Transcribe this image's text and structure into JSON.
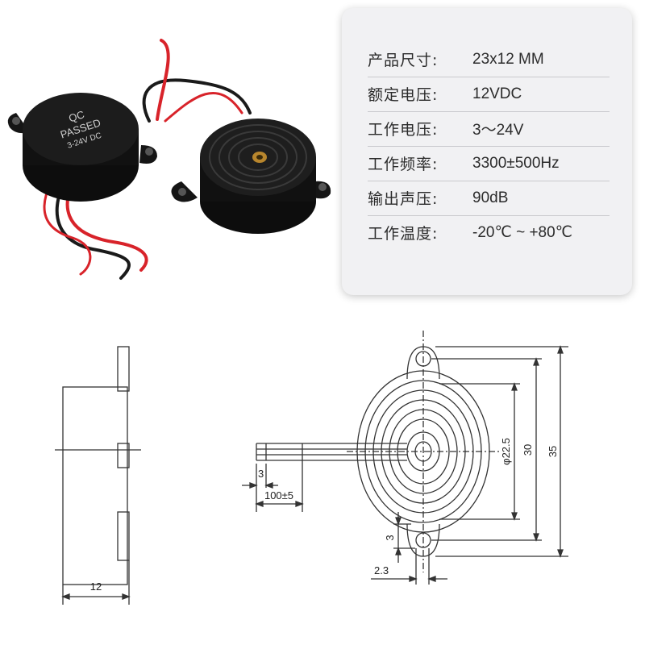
{
  "specs": [
    {
      "label": "产品尺寸:",
      "value": "23x12 MM"
    },
    {
      "label": "额定电压:",
      "value": "12VDC"
    },
    {
      "label": "工作电压:",
      "value": "3～24V"
    },
    {
      "label": "工作频率:",
      "value": "3300±500Hz"
    },
    {
      "label": "输出声压:",
      "value": "90dB"
    },
    {
      "label": "工作温度:",
      "value": "-20℃ ~ +80℃"
    }
  ],
  "buzzer_print": {
    "line1": "QC",
    "line2": "PASSED",
    "line3": "3-24V DC"
  },
  "dims": {
    "side_width": "12",
    "lead_length": "100±5",
    "strip_length": "3",
    "diameter": "φ22.5",
    "hole_pitch": "30",
    "overall": "35",
    "tab_depth": "3",
    "hole": "2.3"
  },
  "colors": {
    "wire_red": "#d8232a",
    "wire_black": "#1a1a1a",
    "body": "#151515",
    "card": "#f1f1f3"
  }
}
